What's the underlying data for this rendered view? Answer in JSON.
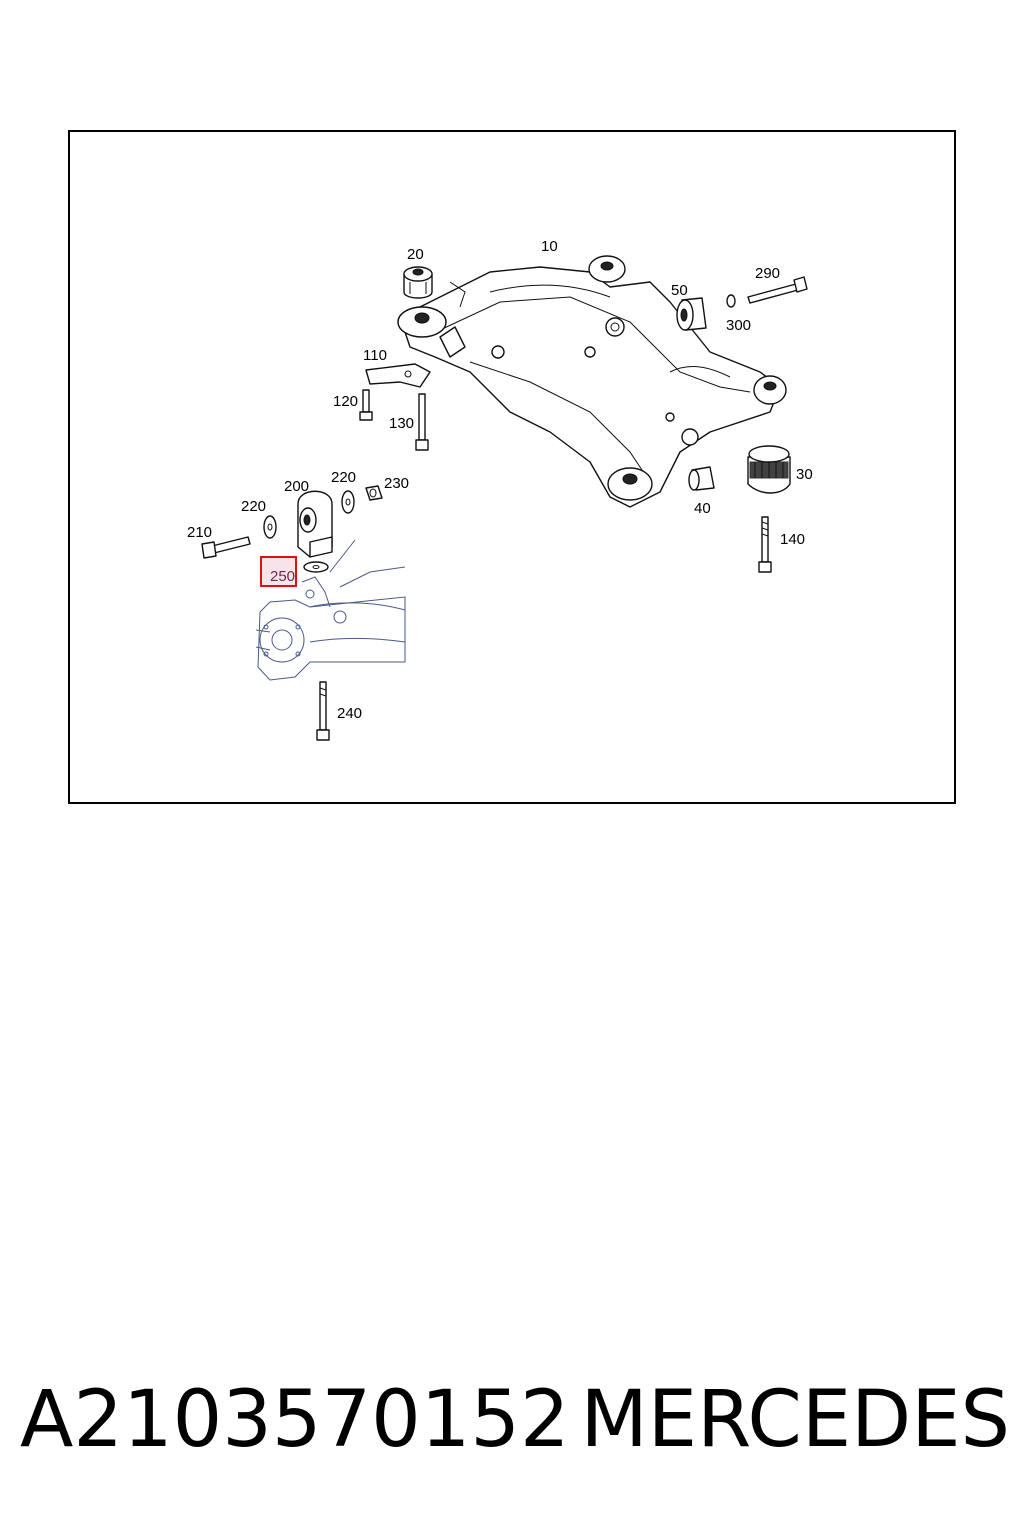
{
  "diagram": {
    "callouts": [
      "10",
      "20",
      "30",
      "40",
      "50",
      "110",
      "120",
      "130",
      "140",
      "200",
      "210",
      "220",
      "220",
      "230",
      "240",
      "250",
      "290",
      "300"
    ],
    "highlighted_callout": "250",
    "colors": {
      "highlight_border": "#e01010",
      "highlight_fill": "#f6e4ea",
      "highlight_text": "#6b2c4a",
      "linework": "#111111",
      "axle_linework": "#4a5a8a"
    }
  },
  "footer": {
    "part_number": "A2103570152",
    "brand": "MERCEDES"
  }
}
